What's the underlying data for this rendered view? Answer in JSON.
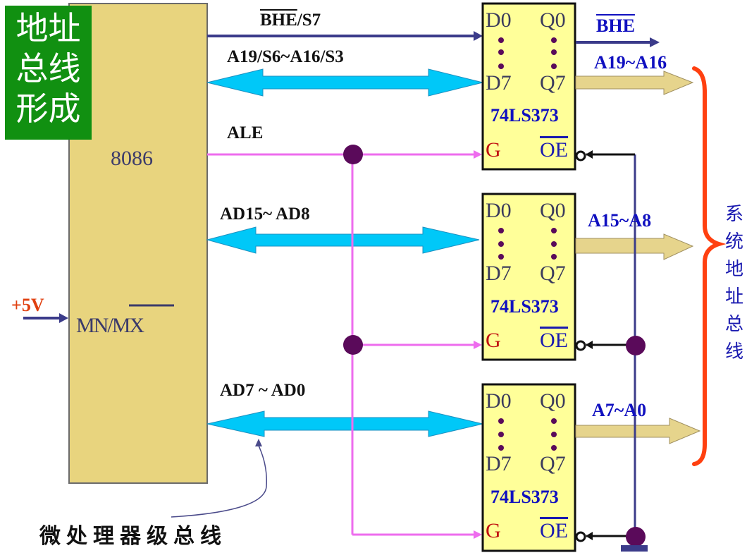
{
  "title_box": {
    "lines": [
      "地址",
      "总线",
      "形成"
    ],
    "bg_color": "#119011"
  },
  "cpu": {
    "name": "8086",
    "pin_mn": "MN/",
    "pin_mx": "MX",
    "power_label": "+5V",
    "power_color": "#e04010"
  },
  "cpu_signals": {
    "bhe_bar": "BHE",
    "bhe_rest": "/S7",
    "a19_s6": "A19/S6~A16/S3",
    "ale": "ALE",
    "ad15_ad8": "AD15~ AD8",
    "ad7_ad0": "AD7 ~ AD0"
  },
  "latches": [
    {
      "name": "74LS373",
      "d0": "D0",
      "d7": "D7",
      "q0": "Q0",
      "q7": "Q7",
      "g": "G",
      "oe": "OE",
      "output_label": "A19~A16",
      "extra_output": "BHE"
    },
    {
      "name": "74LS373",
      "d0": "D0",
      "d7": "D7",
      "q0": "Q0",
      "q7": "Q7",
      "g": "G",
      "oe": "OE",
      "output_label": "A15~A8"
    },
    {
      "name": "74LS373",
      "d0": "D0",
      "d7": "D7",
      "q0": "Q0",
      "q7": "Q7",
      "g": "G",
      "oe": "OE",
      "output_label": "A7~A0"
    }
  ],
  "system_bus_label": [
    "系",
    "统",
    "地",
    "址",
    "总",
    "线"
  ],
  "note": "微处理器级总线",
  "colors": {
    "cpu_fill": "#e8d47e",
    "latch_fill": "#ffff99",
    "bus_arrow": "#00c8f8",
    "output_arrow": "#e6d48c",
    "ale_line": "#ee6cee",
    "junction": "#5a0a5a",
    "brace": "#ff4010",
    "signal_blue": "#1010c0"
  }
}
